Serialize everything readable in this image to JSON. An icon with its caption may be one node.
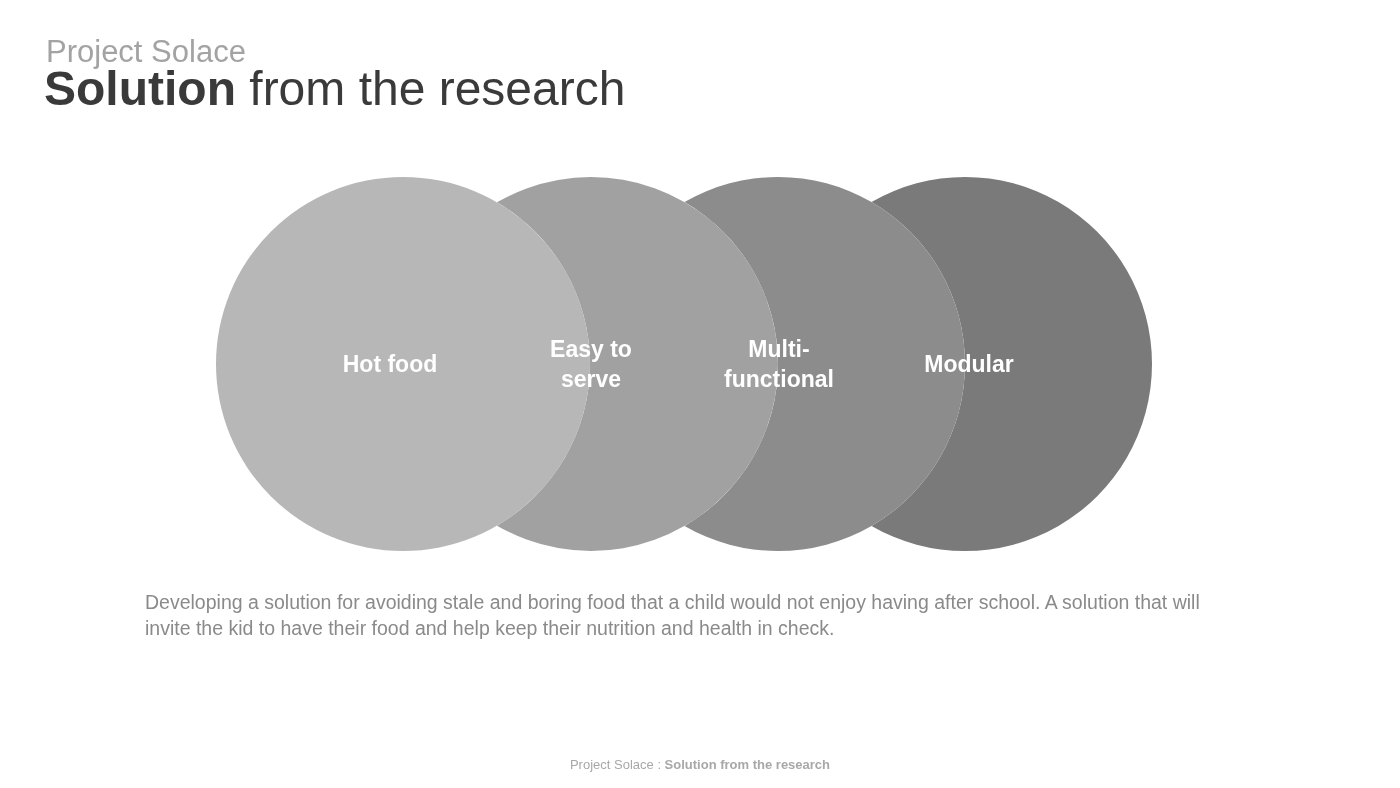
{
  "diagram": {
    "title": "**Solution** from the research",
    "nodes": [
      {
        "text": [
          "Hot food"
        ]
      },
      {
        "text": [
          "Easy to serve"
        ]
      },
      {
        "text": [
          "Multi- functional"
        ]
      },
      {
        "text": [
          "Modular"
        ]
      }
    ],
    "edges": [],
    "labels": [
      "Project Solace",
      "Developing a solution for avoiding stale and boring food that a child would not enjoy having after school. A solution that will invite the kid to have their food and help keep their nutrition and health in check.",
      "Project Solace : **Solution from the research**"
    ]
  }
}
